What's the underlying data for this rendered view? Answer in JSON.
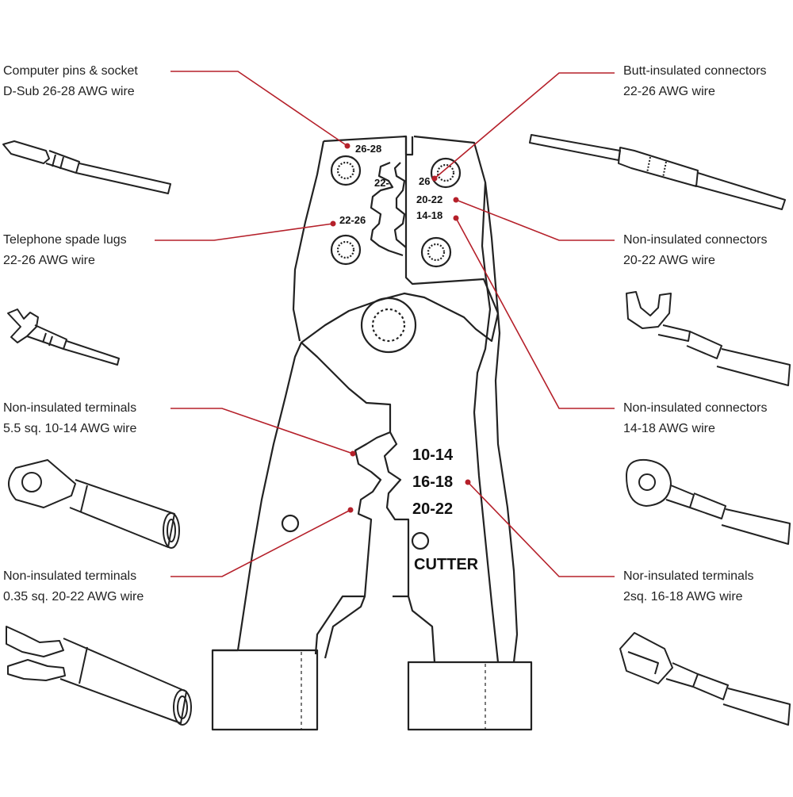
{
  "colors": {
    "leader": "#b5202a",
    "outline": "#222222",
    "ink": "#222222"
  },
  "callouts": {
    "dsub": {
      "line1": "Computer pins & socket",
      "line2": "D-Sub 26-28 AWG wire"
    },
    "spade": {
      "line1": "Telephone spade lugs",
      "line2": "22-26 AWG wire"
    },
    "term55": {
      "line1": "Non-insulated terminals",
      "line2": "5.5 sq. 10-14 AWG wire"
    },
    "term035": {
      "line1": "Non-insulated terminals",
      "line2": "0.35 sq. 20-22 AWG wire"
    },
    "butt": {
      "line1": "Butt-insulated connectors",
      "line2": "22-26 AWG wire"
    },
    "conn2022": {
      "line1": "Non-insulated connectors",
      "line2": "20-22 AWG wire"
    },
    "conn1418": {
      "line1": "Non-insulated connectors",
      "line2": "14-18 AWG wire"
    },
    "term2sq": {
      "line1": "Nor-insulated terminals",
      "line2": "2sq. 16-18 AWG wire"
    }
  },
  "tool_labels": {
    "jaw_2628": "26-28",
    "jaw_22": "22-",
    "jaw_26": "26",
    "jaw_2022": "20-22",
    "jaw_1418": "14-18",
    "jaw_2226": "22-26",
    "crimp_1014": "10-14",
    "crimp_1618": "16-18",
    "crimp_2022": "20-22",
    "cutter": "CUTTER"
  }
}
